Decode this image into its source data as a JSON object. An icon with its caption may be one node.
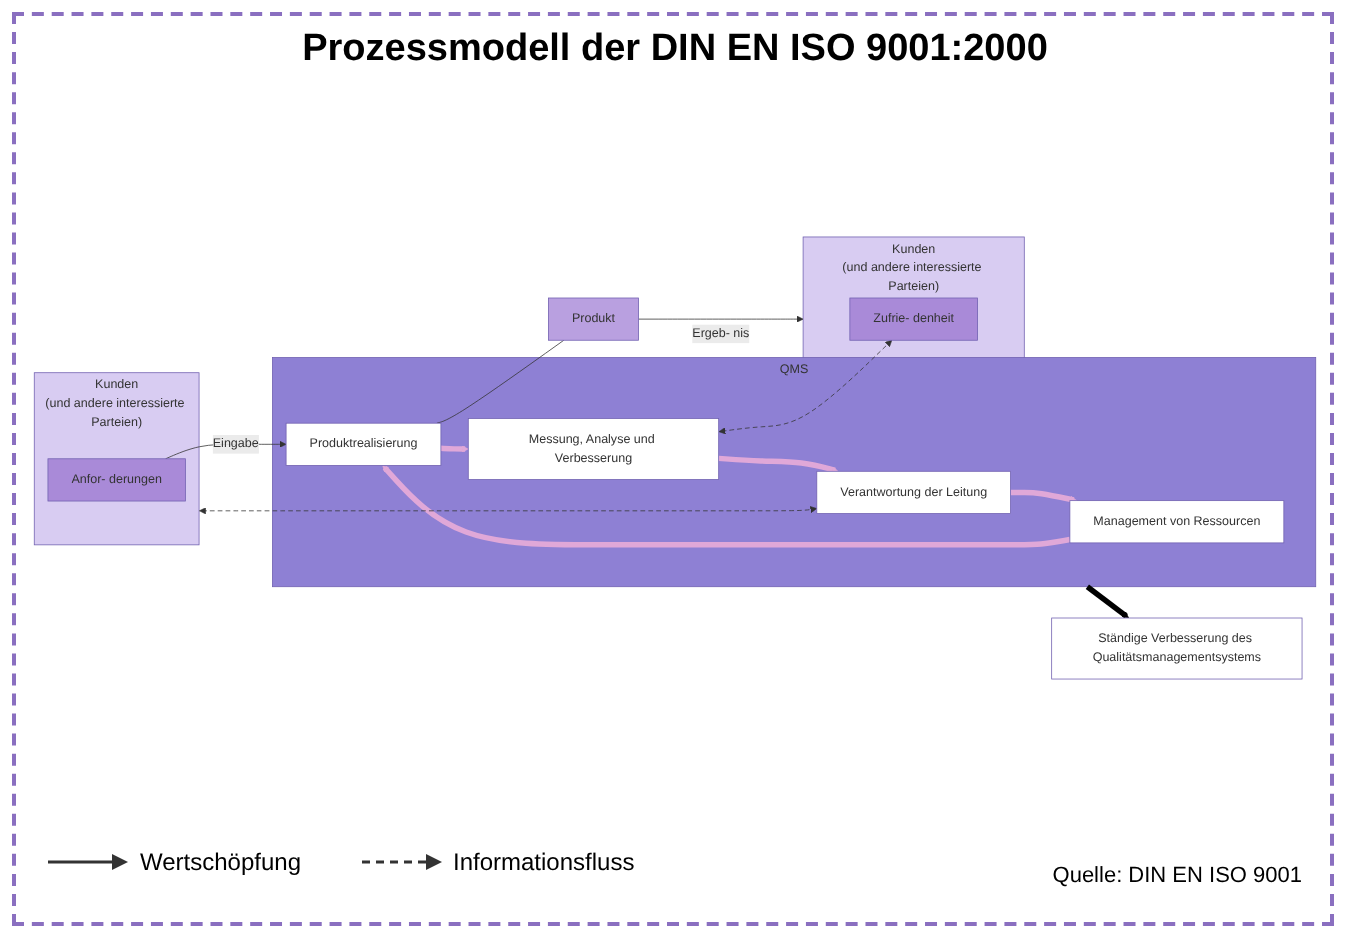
{
  "diagram": {
    "title": "Prozessmodell der DIN EN ISO 9001:2000",
    "nodes": [
      {
        "text": [
          "Kunden",
          "(und andere interessierte Parteien)"
        ]
      },
      {
        "text": [
          "Anfor- derungen"
        ],
        "in": 0
      },
      {
        "text": [
          "Ständige Verbesserung des Qualitätsmanagementsystems"
        ]
      },
      {
        "text": [
          "QMS"
        ]
      },
      {
        "text": [
          "Verantwortung der Leitung"
        ],
        "in": 3
      },
      {
        "text": [
          "Management von Ressourcen"
        ],
        "in": 3
      },
      {
        "text": [
          "Messung, Analyse und Verbesserung"
        ],
        "in": 3
      },
      {
        "text": [
          "Produktrealisierung"
        ],
        "in": 3
      },
      {
        "text": [
          "Produkt"
        ]
      },
      {
        "text": [
          "Kunden",
          "(und andere interessierte Parteien)"
        ]
      },
      {
        "text": [
          "Zufrie- denheit"
        ],
        "in": 9
      }
    ],
    "edges": [
      {
        "from": 0,
        "to": 4,
        "arrow": "both",
        "style": "dashed"
      },
      {
        "from": 4,
        "to": 5,
        "arrow": "to",
        "style": "thick",
        "color": "#e0a8d8"
      },
      {
        "from": 5,
        "to": 7,
        "arrow": "to",
        "style": "thick",
        "color": "#e0a8d8"
      },
      {
        "from": 7,
        "to": 6,
        "arrow": "to",
        "style": "thick",
        "color": "#e0a8d8"
      },
      {
        "from": 6,
        "to": 4,
        "arrow": "to",
        "style": "thick",
        "color": "#e0a8d8"
      },
      {
        "from": 1,
        "to": 7,
        "label": "Eingabe",
        "arrow": "to"
      },
      {
        "from": 7,
        "to": 8,
        "arrow": "none"
      },
      {
        "from": 8,
        "to": 9,
        "label": "Ergeb- nis",
        "arrow": "to"
      },
      {
        "from": 6,
        "to": 10,
        "arrow": "both",
        "style": "dashed"
      },
      {
        "from": 3,
        "to": 2,
        "arrow": "to",
        "style": "thick",
        "color": "#000000"
      }
    ],
    "labels": [
      "Quelle: DIN EN ISO 9001"
    ],
    "legend": [
      {
        "text": "Wertschöpfung"
      },
      {
        "text": "Informationsfluss"
      }
    ]
  }
}
